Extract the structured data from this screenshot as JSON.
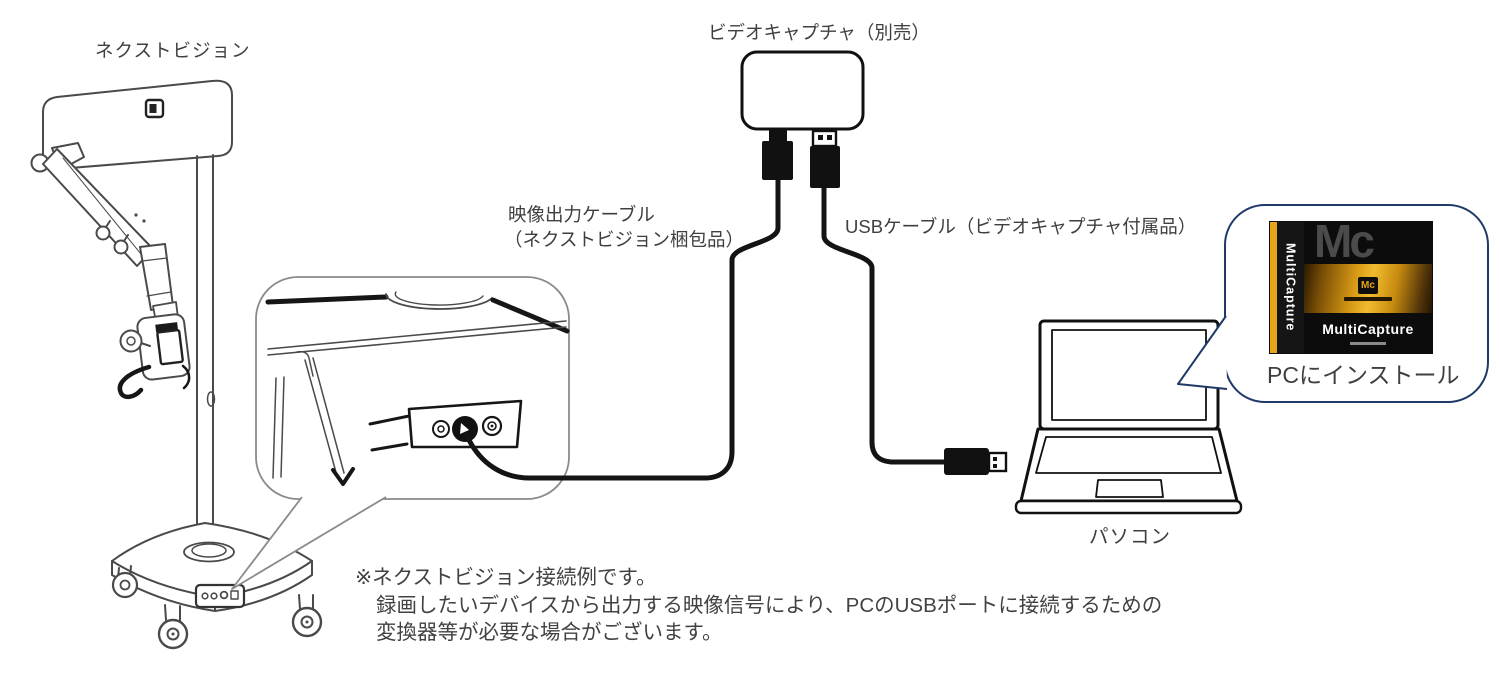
{
  "labels": {
    "device": "ネクストビジョン",
    "video_capture": "ビデオキャプチャ（別売）",
    "video_cable_line1": "映像出力ケーブル",
    "video_cable_line2": "（ネクストビジョン梱包品）",
    "usb_cable": "USBケーブル（ビデオキャプチャ付属品）",
    "pc": "パソコン"
  },
  "callout": {
    "text": "PCにインストール",
    "software_box": {
      "spine_text": "MultiCapture",
      "watermark": "Mc",
      "badge": "Mc",
      "title": "MultiCapture"
    }
  },
  "note": {
    "line1": "※ネクストビジョン接続例です。",
    "line2": "録画したいデバイスから出力する映像信号により、PCのUSBポートに接続するための",
    "line3": "変換器等が必要な場合がございます。"
  },
  "colors": {
    "callout_border": "#1f3a68",
    "line_art": "#4a4a4a",
    "cable": "#141414",
    "accent_yellow": "#e8a51a",
    "text": "#3f3f3f"
  }
}
